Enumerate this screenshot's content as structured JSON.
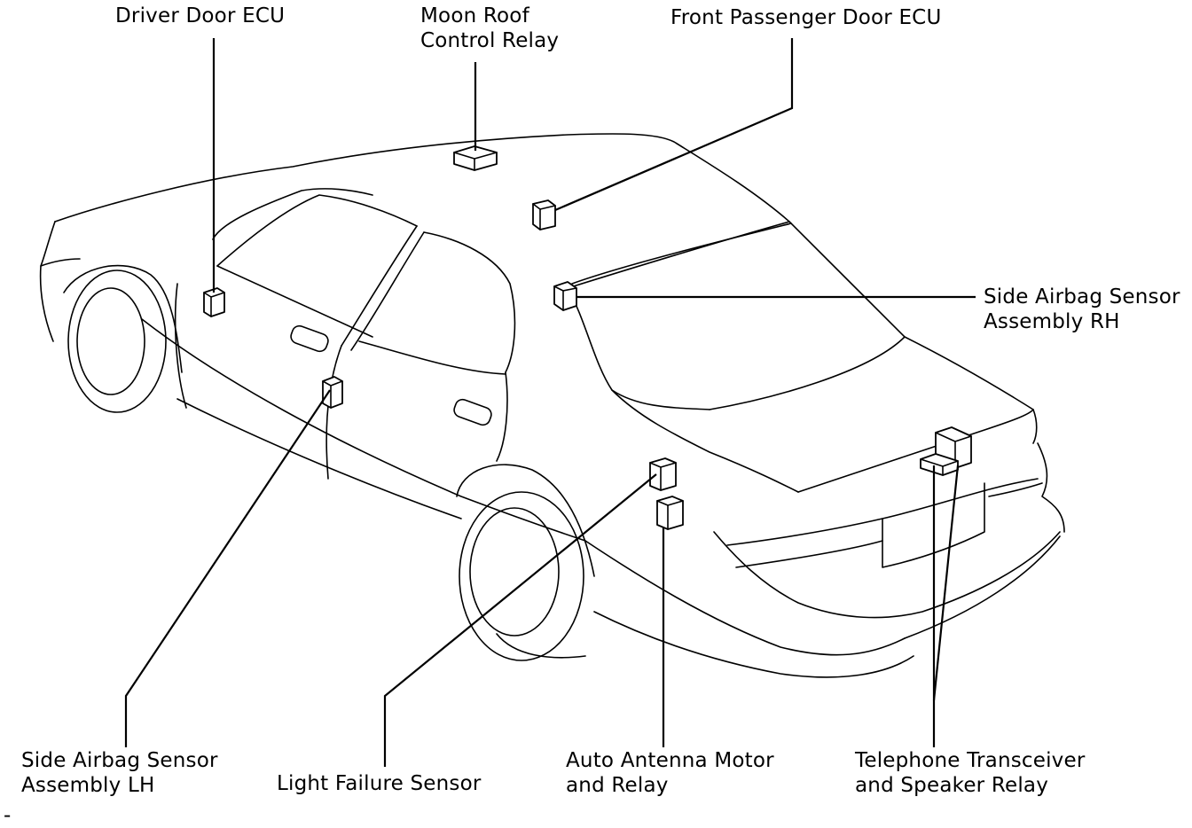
{
  "labels": {
    "driver_door_ecu": "Driver Door ECU",
    "moon_roof_1": "Moon Roof",
    "moon_roof_2": "Control Relay",
    "front_passenger_door_ecu": "Front Passenger Door ECU",
    "side_airbag_rh_1": "Side Airbag Sensor",
    "side_airbag_rh_2": "Assembly RH",
    "side_airbag_lh_1": "Side Airbag Sensor",
    "side_airbag_lh_2": "Assembly LH",
    "light_failure_sensor": "Light Failure Sensor",
    "auto_antenna_1": "Auto Antenna Motor",
    "auto_antenna_2": "and Relay",
    "telephone_1": "Telephone Transceiver",
    "telephone_2": "and Speaker Relay",
    "corner_mark": "-"
  }
}
